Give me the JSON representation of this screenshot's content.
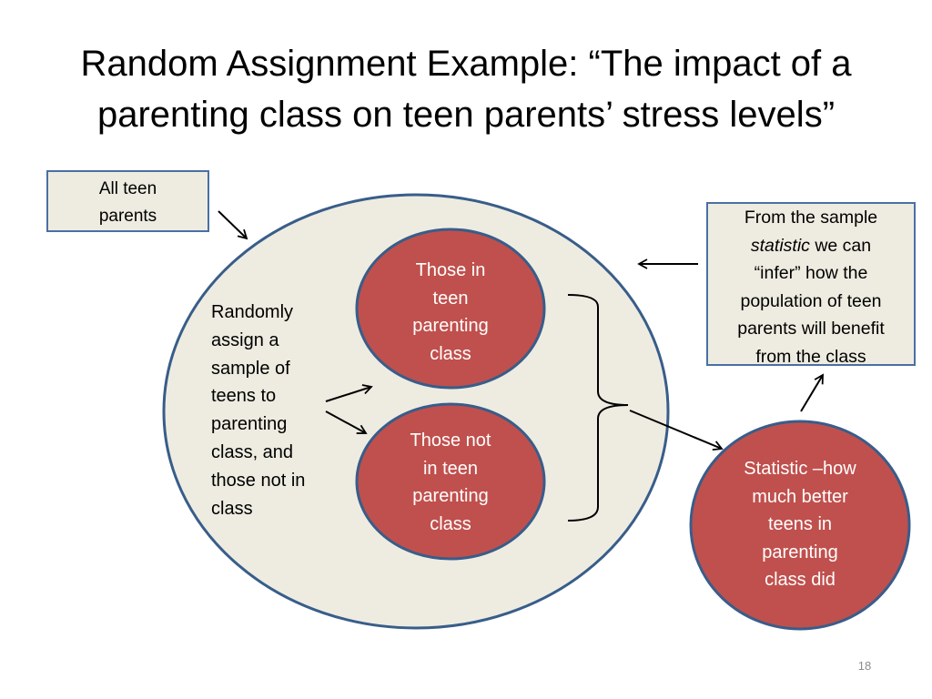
{
  "title": {
    "line1": "Random Assignment Example: “The impact of a",
    "line2": "parenting class on teen parents’ stress levels”"
  },
  "all_teens_box": {
    "line1": "All teen",
    "line2": "parents"
  },
  "random_assign_text": [
    "Randomly",
    "assign a",
    "sample of",
    "teens to",
    "parenting",
    "class, and",
    "those not in",
    "class"
  ],
  "in_class_circle": [
    "Those in",
    "teen",
    "parenting",
    "class"
  ],
  "not_in_class_circle": [
    "Those not",
    "in teen",
    "parenting",
    "class"
  ],
  "statistic_circle": [
    "Statistic –how",
    "much better",
    "teens in",
    "parenting",
    "class did"
  ],
  "infer_box": {
    "line1": "From the sample",
    "line2_emph": "statistic",
    "line2_rest": " we can",
    "line3": "“infer” how the",
    "line4": "population of teen",
    "line5": "parents will benefit",
    "line6": "from the class"
  },
  "page_number": "18",
  "colors": {
    "population_fill": "#eeece1",
    "circle_fill": "#c0504d",
    "outline": "#385d8a",
    "box_fill": "#eeece1"
  }
}
